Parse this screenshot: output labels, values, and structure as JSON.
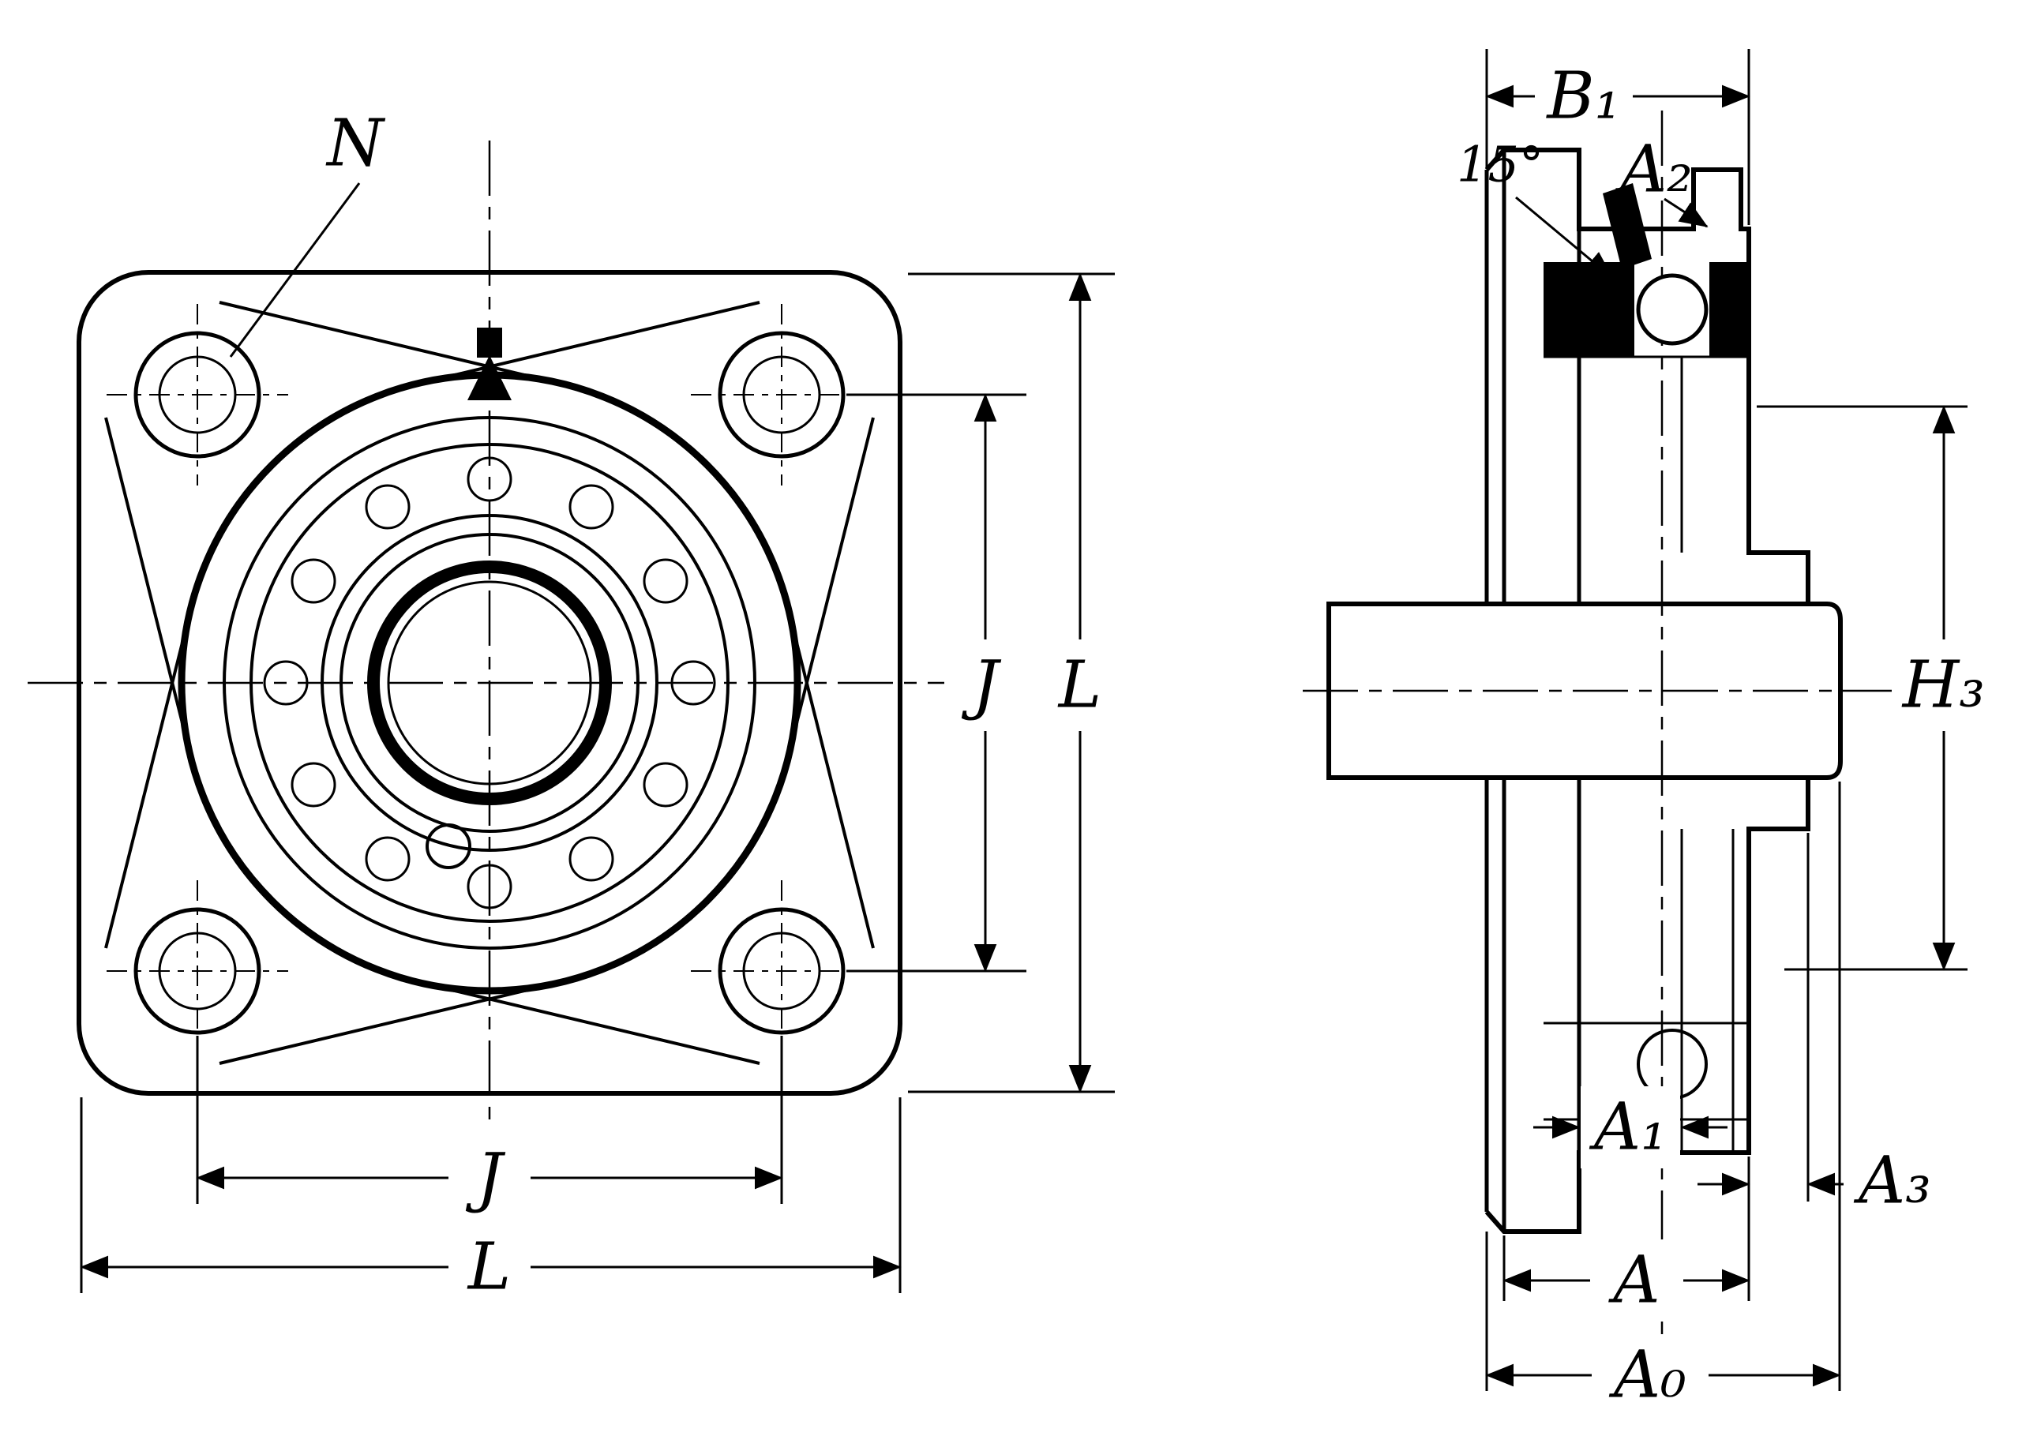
{
  "canvas": {
    "background": "#ffffff",
    "line_color": "#000000",
    "kind": "bearing-unit-dimension-drawing"
  },
  "front_view": {
    "labels": {
      "n": "N",
      "j_vertical": "J",
      "l_vertical": "L",
      "j_horizontal": "J",
      "l_horizontal": "L"
    }
  },
  "side_view": {
    "labels": {
      "b1": "B₁",
      "angle": "15°",
      "a2": "A₂",
      "h3": "H₃",
      "a1": "A₁",
      "a3": "A₃",
      "a": "A",
      "a0": "A₀"
    }
  }
}
